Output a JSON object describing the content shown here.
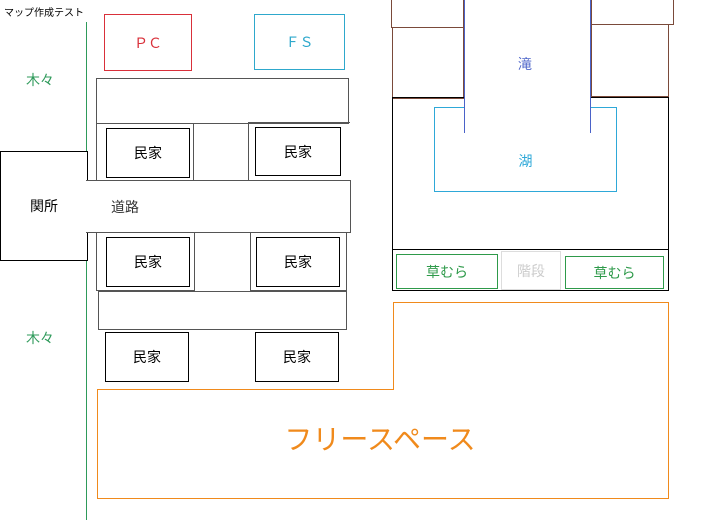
{
  "title": "マップ作成テスト",
  "labels": {
    "pc": "ＰＣ",
    "fs": "ＦＳ",
    "trees_top": "木々",
    "trees_bottom": "木々",
    "checkpoint": "関所",
    "road": "道路",
    "house": "民家",
    "waterfall": "滝",
    "lake": "湖",
    "grass_left": "草むら",
    "stairs": "階段",
    "grass_right": "草むら",
    "free_space": "フリースペース"
  },
  "colors": {
    "pc": "#d9303a",
    "fs": "#2ea8cc",
    "trees": "#2e9a5a",
    "waterfall": "#4a62c8",
    "lake": "#2ea8d8",
    "grass": "#2e9a4a",
    "stairs": "#cccccc",
    "free_space": "#f08a1c",
    "cliff": "#7a4a3a"
  }
}
